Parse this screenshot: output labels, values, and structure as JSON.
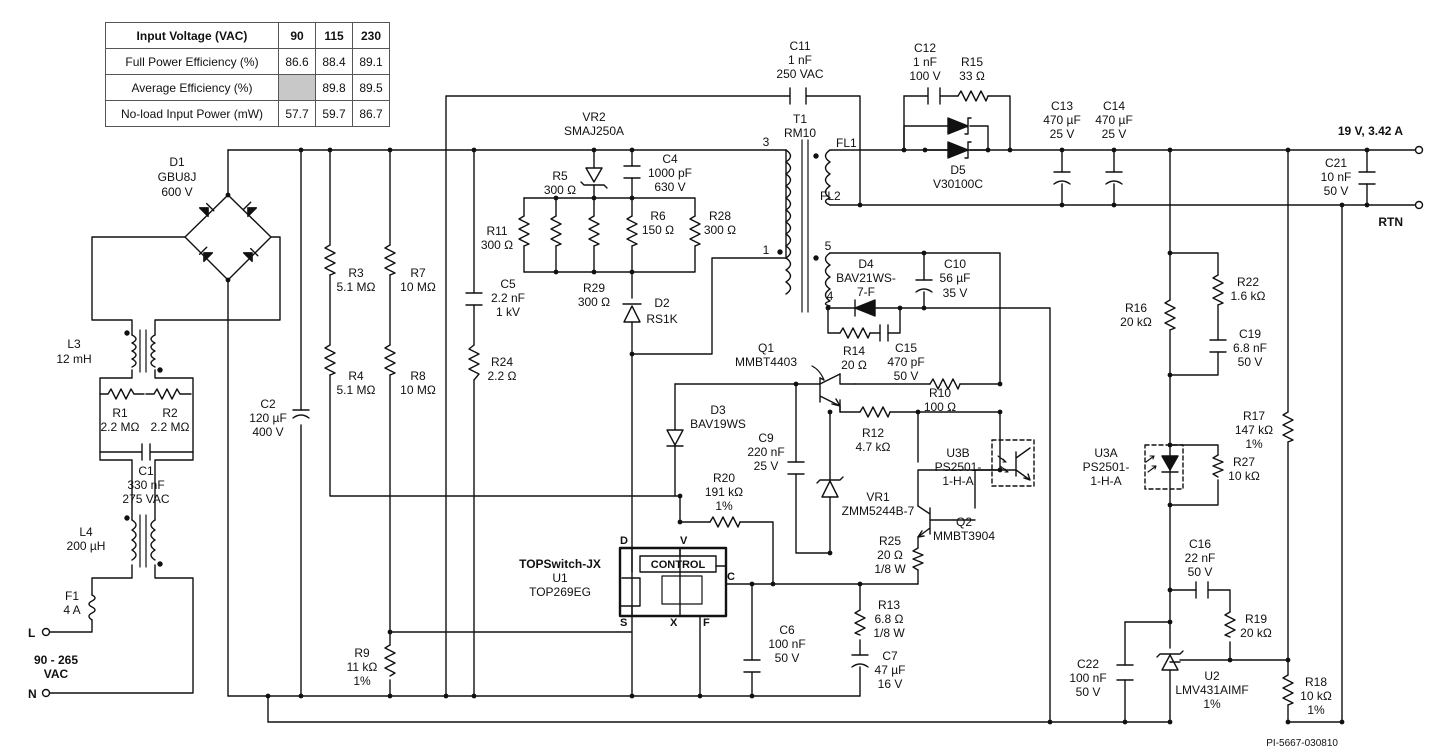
{
  "table": {
    "headers": [
      "Input Voltage (VAC)",
      "90",
      "115",
      "230"
    ],
    "rows": [
      [
        "Full Power Efficiency (%)",
        "86.6",
        "88.4",
        "89.1"
      ],
      [
        "Average Efficiency (%)",
        "",
        "89.8",
        "89.5"
      ],
      [
        "No-load Input Power (mW)",
        "57.7",
        "59.7",
        "86.7"
      ]
    ]
  },
  "input": {
    "L": "L",
    "N": "N",
    "range": "90 - 265",
    "unit": "VAC"
  },
  "output": {
    "v": "19 V, 3.42 A",
    "rtn": "RTN"
  },
  "footer": "PI-5667-030810",
  "u1": {
    "brand": "TOPSwitch-JX",
    "ref": "U1",
    "part": "TOP269EG",
    "control": "CONTROL",
    "pins": {
      "D": "D",
      "V": "V",
      "C": "C",
      "S": "S",
      "X": "X",
      "F": "F"
    }
  },
  "t1": {
    "ref": "T1",
    "part": "RM10",
    "p3": "3",
    "p1": "1",
    "p5": "5",
    "p4": "4",
    "fl1": "FL1",
    "fl2": "FL2"
  },
  "parts": {
    "D1": [
      "D1",
      "GBU8J",
      "600 V"
    ],
    "L3": [
      "L3",
      "12 mH"
    ],
    "R1": [
      "R1",
      "2.2 MΩ"
    ],
    "R2": [
      "R2",
      "2.2 MΩ"
    ],
    "C1": [
      "C1",
      "330 nF",
      "275 VAC"
    ],
    "L4": [
      "L4",
      "200 µH"
    ],
    "F1": [
      "F1",
      "4 A"
    ],
    "C2": [
      "C2",
      "120 µF",
      "400 V"
    ],
    "R3": [
      "R3",
      "5.1 MΩ"
    ],
    "R4": [
      "R4",
      "5.1 MΩ"
    ],
    "R7": [
      "R7",
      "10 MΩ"
    ],
    "R8": [
      "R8",
      "10 MΩ"
    ],
    "R9": [
      "R9",
      "11 kΩ",
      "1%"
    ],
    "C5": [
      "C5",
      "2.2 nF",
      "1 kV"
    ],
    "R24": [
      "R24",
      "2.2 Ω"
    ],
    "VR2": [
      "VR2",
      "SMAJ250A"
    ],
    "R5": [
      "R5",
      "300 Ω"
    ],
    "R11": [
      "R11",
      "300 Ω"
    ],
    "R29": [
      "R29",
      "300 Ω"
    ],
    "C4": [
      "C4",
      "1000 pF",
      "630 V"
    ],
    "R6": [
      "R6",
      "150 Ω"
    ],
    "R28": [
      "R28",
      "300 Ω"
    ],
    "D2": [
      "D2",
      "RS1K"
    ],
    "C11": [
      "C11",
      "1 nF",
      "250 VAC"
    ],
    "C12": [
      "C12",
      "1 nF",
      "100 V"
    ],
    "R15": [
      "R15",
      "33 Ω"
    ],
    "D5": [
      "D5",
      "V30100C"
    ],
    "C13": [
      "C13",
      "470 µF",
      "25 V"
    ],
    "C14": [
      "C14",
      "470 µF",
      "25 V"
    ],
    "C21": [
      "C21",
      "10 nF",
      "50 V"
    ],
    "D4": [
      "D4",
      "BAV21WS-",
      "7-F"
    ],
    "C10": [
      "C10",
      "56 µF",
      "35 V"
    ],
    "R14": [
      "R14",
      "20 Ω"
    ],
    "C15": [
      "C15",
      "470 pF",
      "50 V"
    ],
    "Q1": [
      "Q1",
      "MMBT4403"
    ],
    "R10": [
      "R10",
      "100 Ω"
    ],
    "R12": [
      "R12",
      "4.7 kΩ"
    ],
    "D3": [
      "D3",
      "BAV19WS"
    ],
    "C9": [
      "C9",
      "220 nF",
      "25 V"
    ],
    "U3B": [
      "U3B",
      "PS2501-",
      "1-H-A"
    ],
    "VR1": [
      "VR1",
      "ZMM5244B-7"
    ],
    "Q2": [
      "Q2",
      "MMBT3904"
    ],
    "R20": [
      "R20",
      "191 kΩ",
      "1%"
    ],
    "R25": [
      "R25",
      "20 Ω",
      "1/8 W"
    ],
    "R13": [
      "R13",
      "6.8 Ω",
      "1/8 W"
    ],
    "C6": [
      "C6",
      "100 nF",
      "50 V"
    ],
    "C7": [
      "C7",
      "47 µF",
      "16 V"
    ],
    "R16": [
      "R16",
      "20 kΩ"
    ],
    "R22": [
      "R22",
      "1.6 kΩ"
    ],
    "C19": [
      "C19",
      "6.8 nF",
      "50 V"
    ],
    "R17": [
      "R17",
      "147 kΩ",
      "1%"
    ],
    "U3A": [
      "U3A",
      "PS2501-",
      "1-H-A"
    ],
    "R27": [
      "R27",
      "10 kΩ"
    ],
    "C16": [
      "C16",
      "22 nF",
      "50 V"
    ],
    "R19": [
      "R19",
      "20 kΩ"
    ],
    "C22": [
      "C22",
      "100 nF",
      "50 V"
    ],
    "U2": [
      "U2",
      "LMV431AIMF",
      "1%"
    ],
    "R18": [
      "R18",
      "10 kΩ",
      "1%"
    ]
  },
  "colors": {
    "ink": "#111111",
    "shade": "#c8c8c8"
  }
}
